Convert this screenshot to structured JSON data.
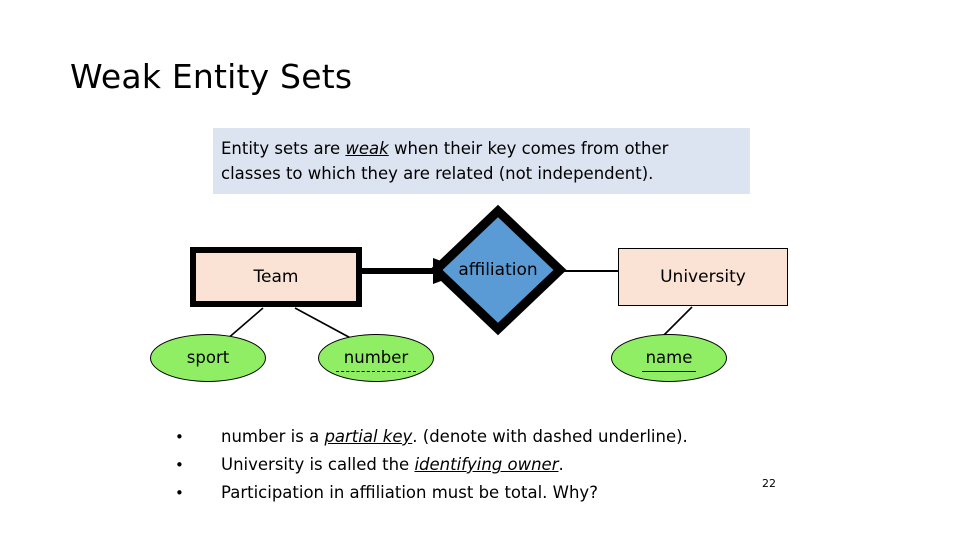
{
  "slide": {
    "title": "Weak Entity Sets",
    "number": "22"
  },
  "callout": {
    "line1_before": "Entity sets are ",
    "line1_emphasis": "weak",
    "line1_after": " when their key comes from other",
    "line2": "classes to which they are related (not independent)."
  },
  "diagram": {
    "weak_entity": {
      "label": "Team"
    },
    "relationship": {
      "label": "affiliation"
    },
    "strong_entity": {
      "label": "University"
    },
    "attributes": [
      {
        "label": "sport",
        "key": "none"
      },
      {
        "label": "number",
        "key": "partial"
      },
      {
        "label": "name",
        "key": "primary"
      }
    ],
    "colors": {
      "entity_fill": "#fae3d4",
      "relationship_fill": "#5b9bd5",
      "attribute_fill": "#90ee64",
      "callout_fill": "#dce3f1",
      "stroke": "#000000"
    }
  },
  "bullets": [
    {
      "marker": "•",
      "before": "number is a ",
      "emphasis": "partial key",
      "after": ". (denote with dashed underline)."
    },
    {
      "marker": "•",
      "before": "University is called the ",
      "emphasis": "identifying owner",
      "after": "."
    },
    {
      "marker": "•",
      "before": "Participation in affiliation must be total. Why?",
      "emphasis": "",
      "after": ""
    }
  ]
}
